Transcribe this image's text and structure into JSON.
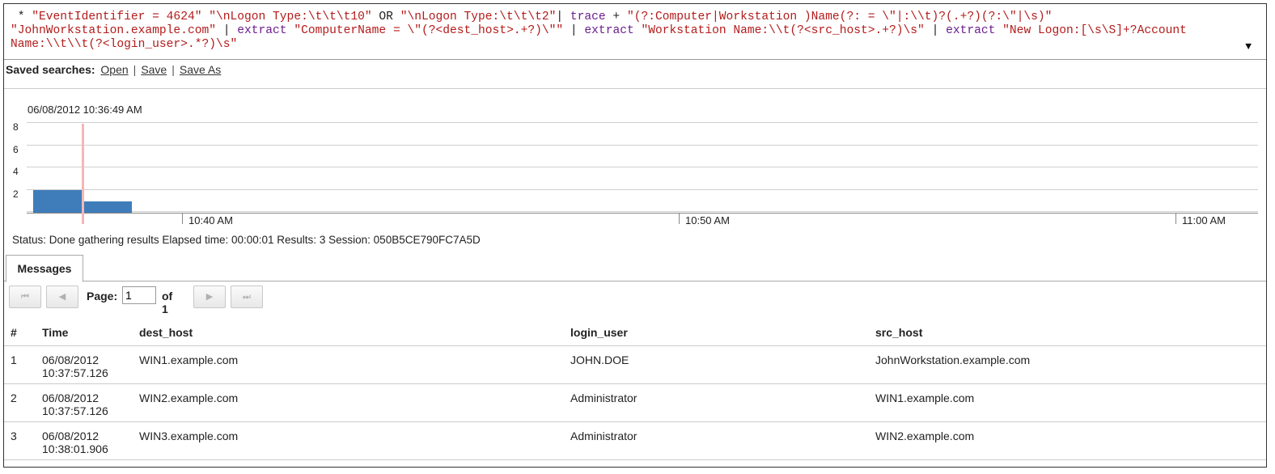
{
  "query": {
    "line1": [
      {
        "t": " * ",
        "c": "plain"
      },
      {
        "t": "\"EventIdentifier = 4624\" \"\\nLogon Type:\\t\\t\\t10\"",
        "c": "str"
      },
      {
        "t": " OR ",
        "c": "plain"
      },
      {
        "t": "\"\\nLogon Type:\\t\\t\\t2\"",
        "c": "str"
      },
      {
        "t": "| ",
        "c": "plain"
      },
      {
        "t": "trace",
        "c": "kw"
      },
      {
        "t": " + ",
        "c": "plain"
      },
      {
        "t": "\"(?:Computer|Workstation )Name(?: = \\\"|:\\\\t)?(.+?)(?:\\\"|\\s)\"",
        "c": "str"
      }
    ],
    "line2": [
      {
        "t": "\"JohnWorkstation.example.com\"",
        "c": "str"
      },
      {
        "t": " | ",
        "c": "plain"
      },
      {
        "t": "extract",
        "c": "kw"
      },
      {
        "t": " ",
        "c": "plain"
      },
      {
        "t": "\"ComputerName = \\\"(?<dest_host>.+?)\\\"\"",
        "c": "str"
      },
      {
        "t": " | ",
        "c": "plain"
      },
      {
        "t": "extract",
        "c": "kw"
      },
      {
        "t": " ",
        "c": "plain"
      },
      {
        "t": "\"Workstation Name:\\\\t(?<src_host>.+?)\\s\"",
        "c": "str"
      },
      {
        "t": " | ",
        "c": "plain"
      },
      {
        "t": "extract",
        "c": "kw"
      },
      {
        "t": " ",
        "c": "plain"
      },
      {
        "t": "\"New Logon:[\\s\\S]+?Account",
        "c": "str"
      }
    ],
    "line3": [
      {
        "t": "Name:\\\\t\\\\t(?<login_user>.*?)\\s\"",
        "c": "str"
      }
    ],
    "dropdown_glyph": "▼"
  },
  "saved_searches": {
    "label": "Saved searches:",
    "links": [
      "Open",
      "Save",
      "Save As"
    ],
    "separator": "|"
  },
  "timeline": {
    "timestamp_label": "06/08/2012 10:36:49 AM",
    "status_prefix": "Status:",
    "status_text": "Done gathering results",
    "elapsed_label": "Elapsed time:",
    "elapsed_value": "00:00:01",
    "results_label": "Results:",
    "results_value": "3",
    "session_label": "Session:",
    "session_value": "050B5CE790FC7A5D",
    "accent_color": "#3f7dba"
  },
  "chart_data": {
    "type": "bar",
    "ylim": [
      0,
      8
    ],
    "yticks": [
      2,
      4,
      6,
      8
    ],
    "xticks": [
      "10:40 AM",
      "10:50 AM",
      "11:00 AM"
    ],
    "bars": [
      {
        "label": "10:37",
        "value": 2
      },
      {
        "label": "10:38",
        "value": 1
      }
    ]
  },
  "tabs": [
    {
      "label": "Messages",
      "active": true
    }
  ],
  "pager": {
    "page_label": "Page:",
    "page_value": "1",
    "of_label": "of 1",
    "first_glyph": "⏮",
    "prev_glyph": "◀",
    "next_glyph": "▶",
    "last_glyph": "⏭"
  },
  "table": {
    "columns": [
      "#",
      "Time",
      "dest_host",
      "login_user",
      "src_host"
    ],
    "rows": [
      {
        "num": "1",
        "date": "06/08/2012",
        "time": "10:37:57.126",
        "dest_host": "WIN1.example.com",
        "login_user": "JOHN.DOE",
        "src_host": "JohnWorkstation.example.com"
      },
      {
        "num": "2",
        "date": "06/08/2012",
        "time": "10:37:57.126",
        "dest_host": "WIN2.example.com",
        "login_user": "Administrator",
        "src_host": "WIN1.example.com"
      },
      {
        "num": "3",
        "date": "06/08/2012",
        "time": "10:38:01.906",
        "dest_host": "WIN3.example.com",
        "login_user": "Administrator",
        "src_host": "WIN2.example.com"
      }
    ]
  }
}
